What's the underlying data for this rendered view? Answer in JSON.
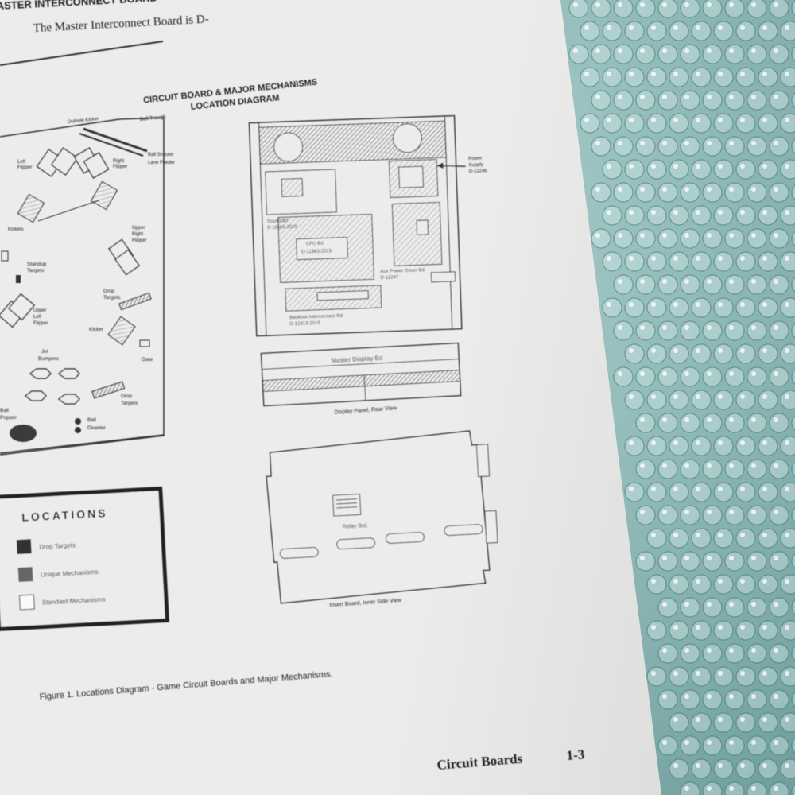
{
  "header": {
    "section_title": "ASTER INTERCONNECT BOARD",
    "intro_text": "The Master Interconnect Board is D-"
  },
  "diagram": {
    "title_line1": "CIRCUIT BOARD & MAJOR MECHANISMS",
    "title_line2": "LOCATION DIAGRAM"
  },
  "playfield_labels": {
    "outhole_kicker": "Outhole Kicker",
    "ball_trough": "Ball Trough",
    "left_flipper": [
      "Left",
      "Flipper"
    ],
    "right_flipper": [
      "Right",
      "Flipper"
    ],
    "ball_shooter": [
      "Ball Shooter",
      "Lane Feeder"
    ],
    "kickers": "Kickers",
    "upper_right_flipper": [
      "Upper",
      "Right",
      "Flipper"
    ],
    "standup_targets": [
      "Standup",
      "Targets"
    ],
    "drop_targets_1": [
      "Drop",
      "Targets"
    ],
    "upper_left_flipper": [
      "Upper",
      "Left",
      "Flipper"
    ],
    "kicker": "Kicker",
    "jet_bumpers": [
      "Jet",
      "Bumpers"
    ],
    "gate": "Gate",
    "drop_targets_2": [
      "Drop",
      "Targets"
    ],
    "ball_popper": [
      "Ball",
      "Popper"
    ],
    "ball_diverter": [
      "Ball",
      "Diverter"
    ]
  },
  "backbox_labels": {
    "power_supply": [
      "Power",
      "Supply",
      "D-12246"
    ],
    "sound_bd": [
      "Sound Bd",
      "D-11581-2015"
    ],
    "cpu_bd": [
      "CPU Bd",
      "D-11883-2015"
    ],
    "aux_power_driver_bd": [
      "Aux Power Driver Bd",
      "D-12247"
    ],
    "backbox_interconnect_bd": [
      "Backbox Interconnect Bd",
      "D-12313-2015"
    ]
  },
  "display": {
    "master_display_bd": "Master Display Bd",
    "caption": "Display Panel, Rear View"
  },
  "insert_board": {
    "relay_bd": "Relay Brd.",
    "caption": "Insert Board, Inner Side View"
  },
  "legend": {
    "title": "LOCATIONS",
    "items": [
      "Drop Targets",
      "Unique Mechanisms",
      "Standard Mechanisms"
    ]
  },
  "figure_caption": "Figure 1.   Locations Diagram - Game Circuit Boards and Major Mechanisms.",
  "footer": {
    "section": "Circuit Boards",
    "page": "1-3"
  },
  "colors": {
    "paper": "#ececea",
    "ink": "#222222",
    "bubble_wrap": "#8fb7b6"
  }
}
